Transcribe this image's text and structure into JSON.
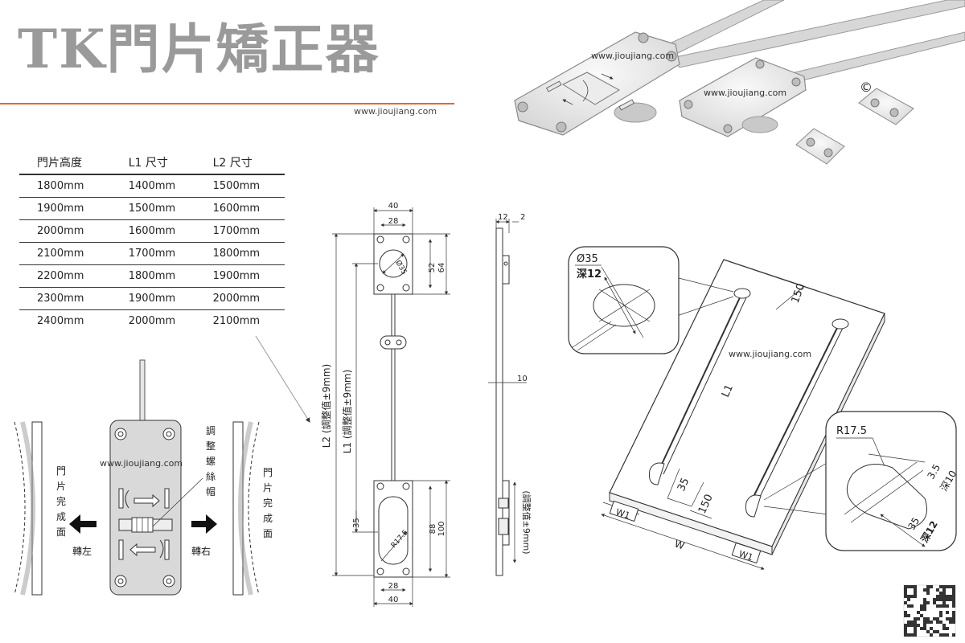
{
  "title": "TK門片矯正器",
  "watermark": "www.jioujiang.com",
  "copyright_mark": "©",
  "table": {
    "headers": [
      "門片高度",
      "L1 尺寸",
      "L2 尺寸"
    ],
    "rows": [
      [
        "1800mm",
        "1400mm",
        "1500mm"
      ],
      [
        "1900mm",
        "1500mm",
        "1600mm"
      ],
      [
        "2000mm",
        "1600mm",
        "1700mm"
      ],
      [
        "2100mm",
        "1700mm",
        "1800mm"
      ],
      [
        "2200mm",
        "1800mm",
        "1900mm"
      ],
      [
        "2300mm",
        "1900mm",
        "2000mm"
      ],
      [
        "2400mm",
        "2000mm",
        "2100mm"
      ]
    ]
  },
  "adjuster": {
    "left_label": "門片完成面",
    "right_label": "門片完成面",
    "turn_left": "轉左",
    "turn_right": "轉右",
    "screw_label": "調整螺絲帽"
  },
  "front_view": {
    "top_width": "40",
    "top_inner": "28",
    "top_h1": "52",
    "top_h2": "64",
    "hole_dia": "Ø35",
    "l1": "L1 (調整值±9mm)",
    "l2": "L2 (調整值±9mm)",
    "bottom_offset": "35",
    "bottom_radius": "R17.5",
    "bottom_h1": "88",
    "bottom_h2": "100",
    "bottom_inner": "28",
    "bottom_width": "40"
  },
  "side_view": {
    "top_dim1": "12",
    "top_dim2": "2",
    "rod_dim": "10",
    "adjust_note": "(調整值±9mm)"
  },
  "install": {
    "callout_top_dia": "Ø35",
    "callout_top_depth": "深12",
    "dim_150_top": "150",
    "dim_l1": "L1",
    "dim_35": "35",
    "dim_150_bottom": "150",
    "w1_left": "W1",
    "w": "W",
    "w1_right": "W1",
    "callout_bottom_r": "R17.5",
    "callout_bottom_35": "3.5",
    "callout_bottom_depth10": "深10",
    "callout_bottom_35b": "35",
    "callout_bottom_depth12": "深12"
  }
}
